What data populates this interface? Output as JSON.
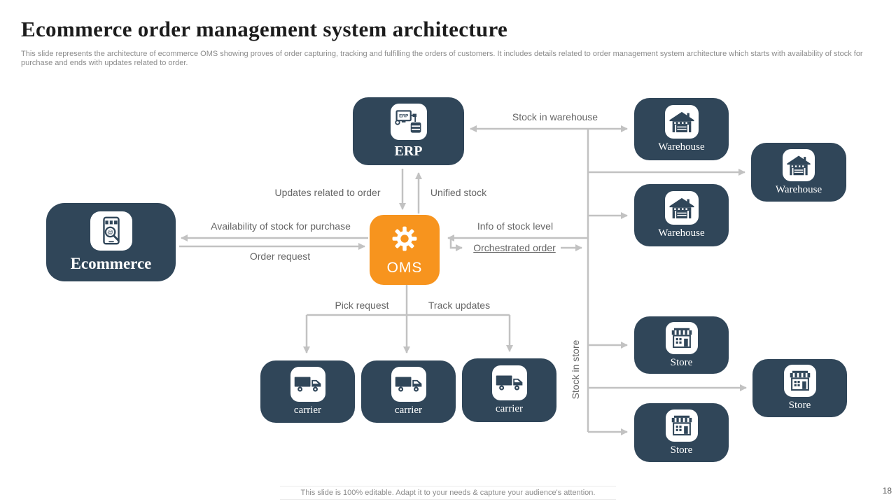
{
  "slide": {
    "title": "Ecommerce order management system architecture",
    "subtitle": "This slide represents the architecture of ecommerce OMS showing proves of order capturing, tracking and fulfilling the orders of customers. It includes details related to order management system architecture which starts with availability of stock for purchase and ends with updates related to order.",
    "footer": "This slide is 100% editable. Adapt it to your needs & capture your audience's attention.",
    "page_number": "18"
  },
  "colors": {
    "navy": "#304659",
    "orange": "#F7941E",
    "arrow_gray": "#C2C2C2",
    "label_gray": "#666666",
    "title_black": "#1C1C1C",
    "muted_gray": "#8C8C8C"
  },
  "nodes": {
    "erp": {
      "label": "ERP",
      "icon": "erp-system-icon",
      "screen_text": "ERP"
    },
    "oms": {
      "label": "OMS",
      "icon": "gear-icon"
    },
    "ecommerce": {
      "label": "Ecommerce",
      "icon": "mobile-shop-icon",
      "at_symbol": "@"
    },
    "warehouses": [
      {
        "label": "Warehouse",
        "icon": "warehouse-icon"
      },
      {
        "label": "Warehouse",
        "icon": "warehouse-icon"
      },
      {
        "label": "Warehouse",
        "icon": "warehouse-icon"
      }
    ],
    "stores": [
      {
        "label": "Store",
        "icon": "store-icon"
      },
      {
        "label": "Store",
        "icon": "store-icon"
      },
      {
        "label": "Store",
        "icon": "store-icon"
      }
    ],
    "carriers": [
      {
        "label": "carrier",
        "icon": "truck-icon"
      },
      {
        "label": "carrier",
        "icon": "truck-icon"
      },
      {
        "label": "carrier",
        "icon": "truck-icon"
      }
    ]
  },
  "edges": {
    "stock_in_warehouse": "Stock in warehouse",
    "updates_related_to_order": "Updates related to order",
    "unified_stock": "Unified stock",
    "availability_of_stock": "Availability of stock for purchase",
    "order_request": "Order request",
    "info_of_stock_level": "Info of stock level",
    "orchestrated_order": "Orchestrated order",
    "pick_request": "Pick request",
    "track_updates": "Track updates",
    "stock_in_store": "Stock in store"
  }
}
